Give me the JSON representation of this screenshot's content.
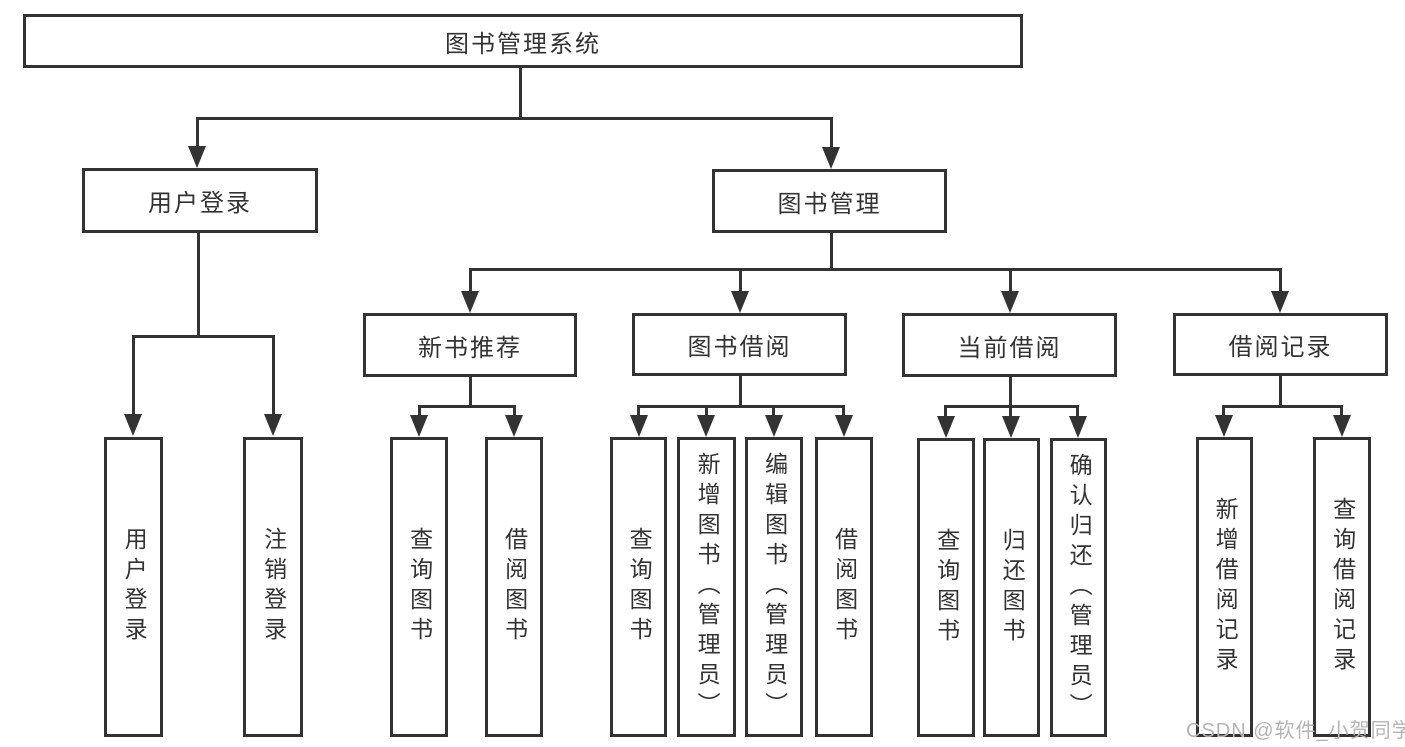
{
  "diagram": {
    "title": "图书管理系统",
    "root": "图书管理系统",
    "level2": {
      "user_login": "用户登录",
      "book_mgmt": "图书管理"
    },
    "level3": {
      "new_book": "新书推荐",
      "book_borrow": "图书借阅",
      "current_borrow": "当前借阅",
      "borrow_record": "借阅记录"
    },
    "leaves": {
      "user_login": [
        "用户登录",
        "注销登录"
      ],
      "new_book": [
        "查询图书",
        "借阅图书"
      ],
      "book_borrow": [
        "查询图书",
        "新增图书（管理员）",
        "编辑图书（管理员）",
        "借阅图书"
      ],
      "current_borrow": [
        "查询图书",
        "归还图书",
        "确认归还（管理员）"
      ],
      "borrow_record": [
        "新增借阅记录",
        "查询借阅记录"
      ]
    }
  },
  "watermark": "CSDN @软件_小贺同学",
  "colors": {
    "line": "#333333",
    "box_border": "#333333",
    "text": "#333333",
    "background": "#ffffff",
    "watermark": "#b4b4b4"
  }
}
